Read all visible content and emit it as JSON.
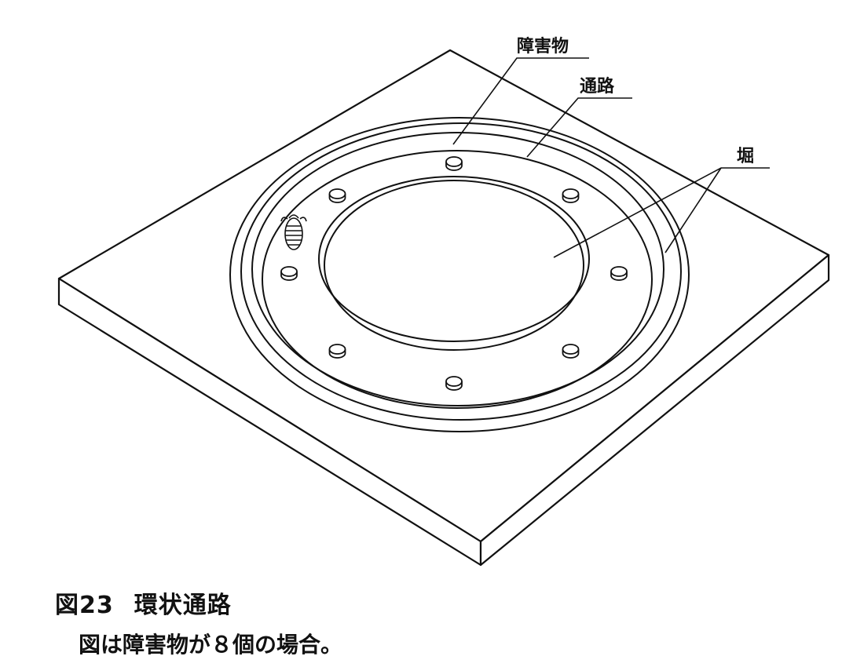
{
  "diagram": {
    "labels": {
      "obstacle": "障害物",
      "passage": "通路",
      "moat": "堀"
    },
    "obstacle_count": 8
  },
  "caption": {
    "figure_number": "図23",
    "figure_title": "環状通路",
    "note": "図は障害物が８個の場合。"
  }
}
